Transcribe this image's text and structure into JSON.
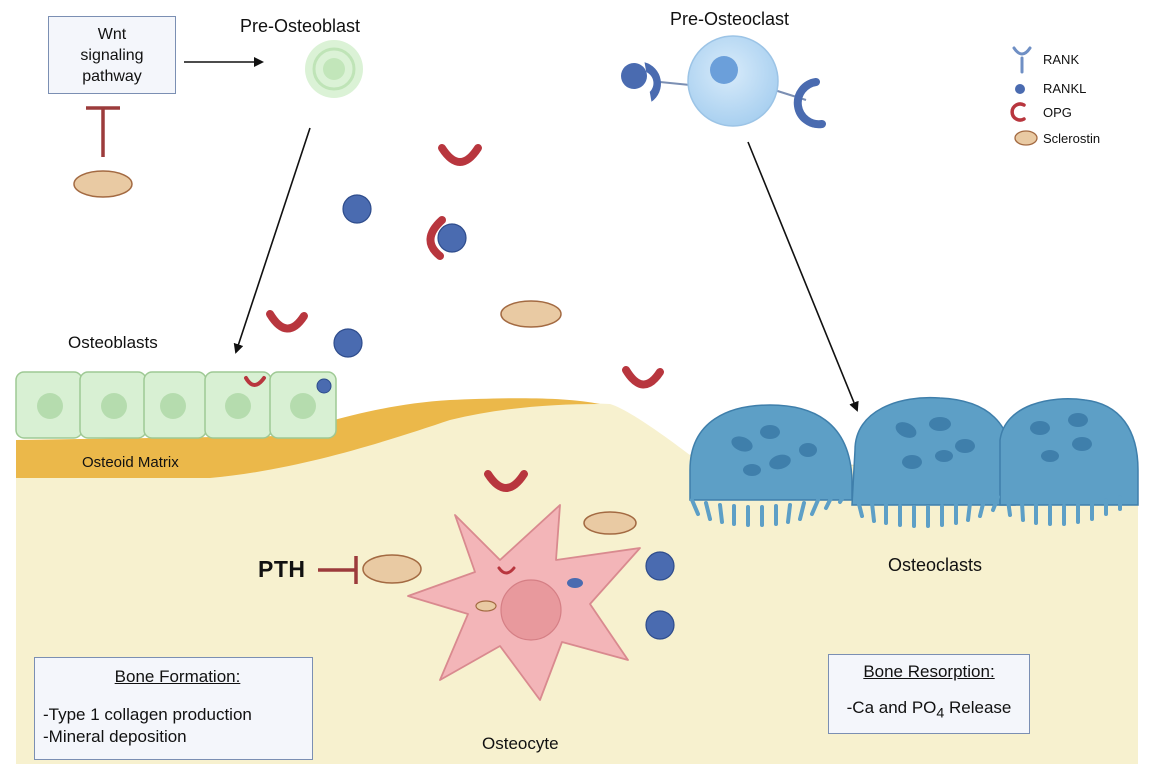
{
  "wnt_box": {
    "lines": [
      "Wnt",
      "signaling",
      "pathway"
    ]
  },
  "labels": {
    "pre_osteoblast": "Pre-Osteoblast",
    "pre_osteoclast": "Pre-Osteoclast",
    "osteoblasts": "Osteoblasts",
    "osteoid_matrix": "Osteoid Matrix",
    "osteoclasts": "Osteoclasts",
    "osteocyte": "Osteocyte",
    "pth": "PTH"
  },
  "legend": [
    {
      "icon": "rank-receptor-icon",
      "label": "RANK",
      "color": "#6f8fc4"
    },
    {
      "icon": "rankl-icon",
      "label": "RANKL",
      "color": "#4a6bb0"
    },
    {
      "icon": "opg-icon",
      "label": "OPG",
      "color": "#b8363e"
    },
    {
      "icon": "sclerostin-icon",
      "label": "Sclerostin",
      "color": "#e9caa3"
    }
  ],
  "bone_formation": {
    "heading": "Bone Formation:",
    "items": [
      "-Type 1 collagen production",
      "-Mineral deposition"
    ]
  },
  "bone_resorption": {
    "heading": "Bone Resorption:",
    "item_prefix": "-Ca and PO",
    "item_subscript": "4",
    "item_suffix": " Release"
  },
  "colors": {
    "bone": "#f7f1cf",
    "osteoid": "#ebb84a",
    "osteoblast": "#d8f0d3",
    "osteoclast": "#5d9fc6",
    "osteocyte": "#f3b5b8",
    "opg": "#b8363e",
    "rankl": "#4a6bb0",
    "sclerostin": "#e9caa3",
    "box_border": "#7b8fb3"
  }
}
